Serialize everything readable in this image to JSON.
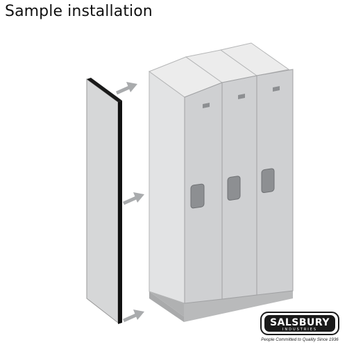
{
  "caption": "Sample installation",
  "logo": {
    "brand": "SALSBURY",
    "subtitle": "INDUSTRIES",
    "tagline": "People Committed to Quality Since 1936"
  },
  "colors": {
    "locker_front": "#cfd0d2",
    "locker_side": "#e2e3e4",
    "locker_top": "#ececec",
    "handle": "#8d8f92",
    "arrow": "#a9abad",
    "panel_edge": "#111111"
  },
  "icons": [
    "arrow-right-icon"
  ]
}
